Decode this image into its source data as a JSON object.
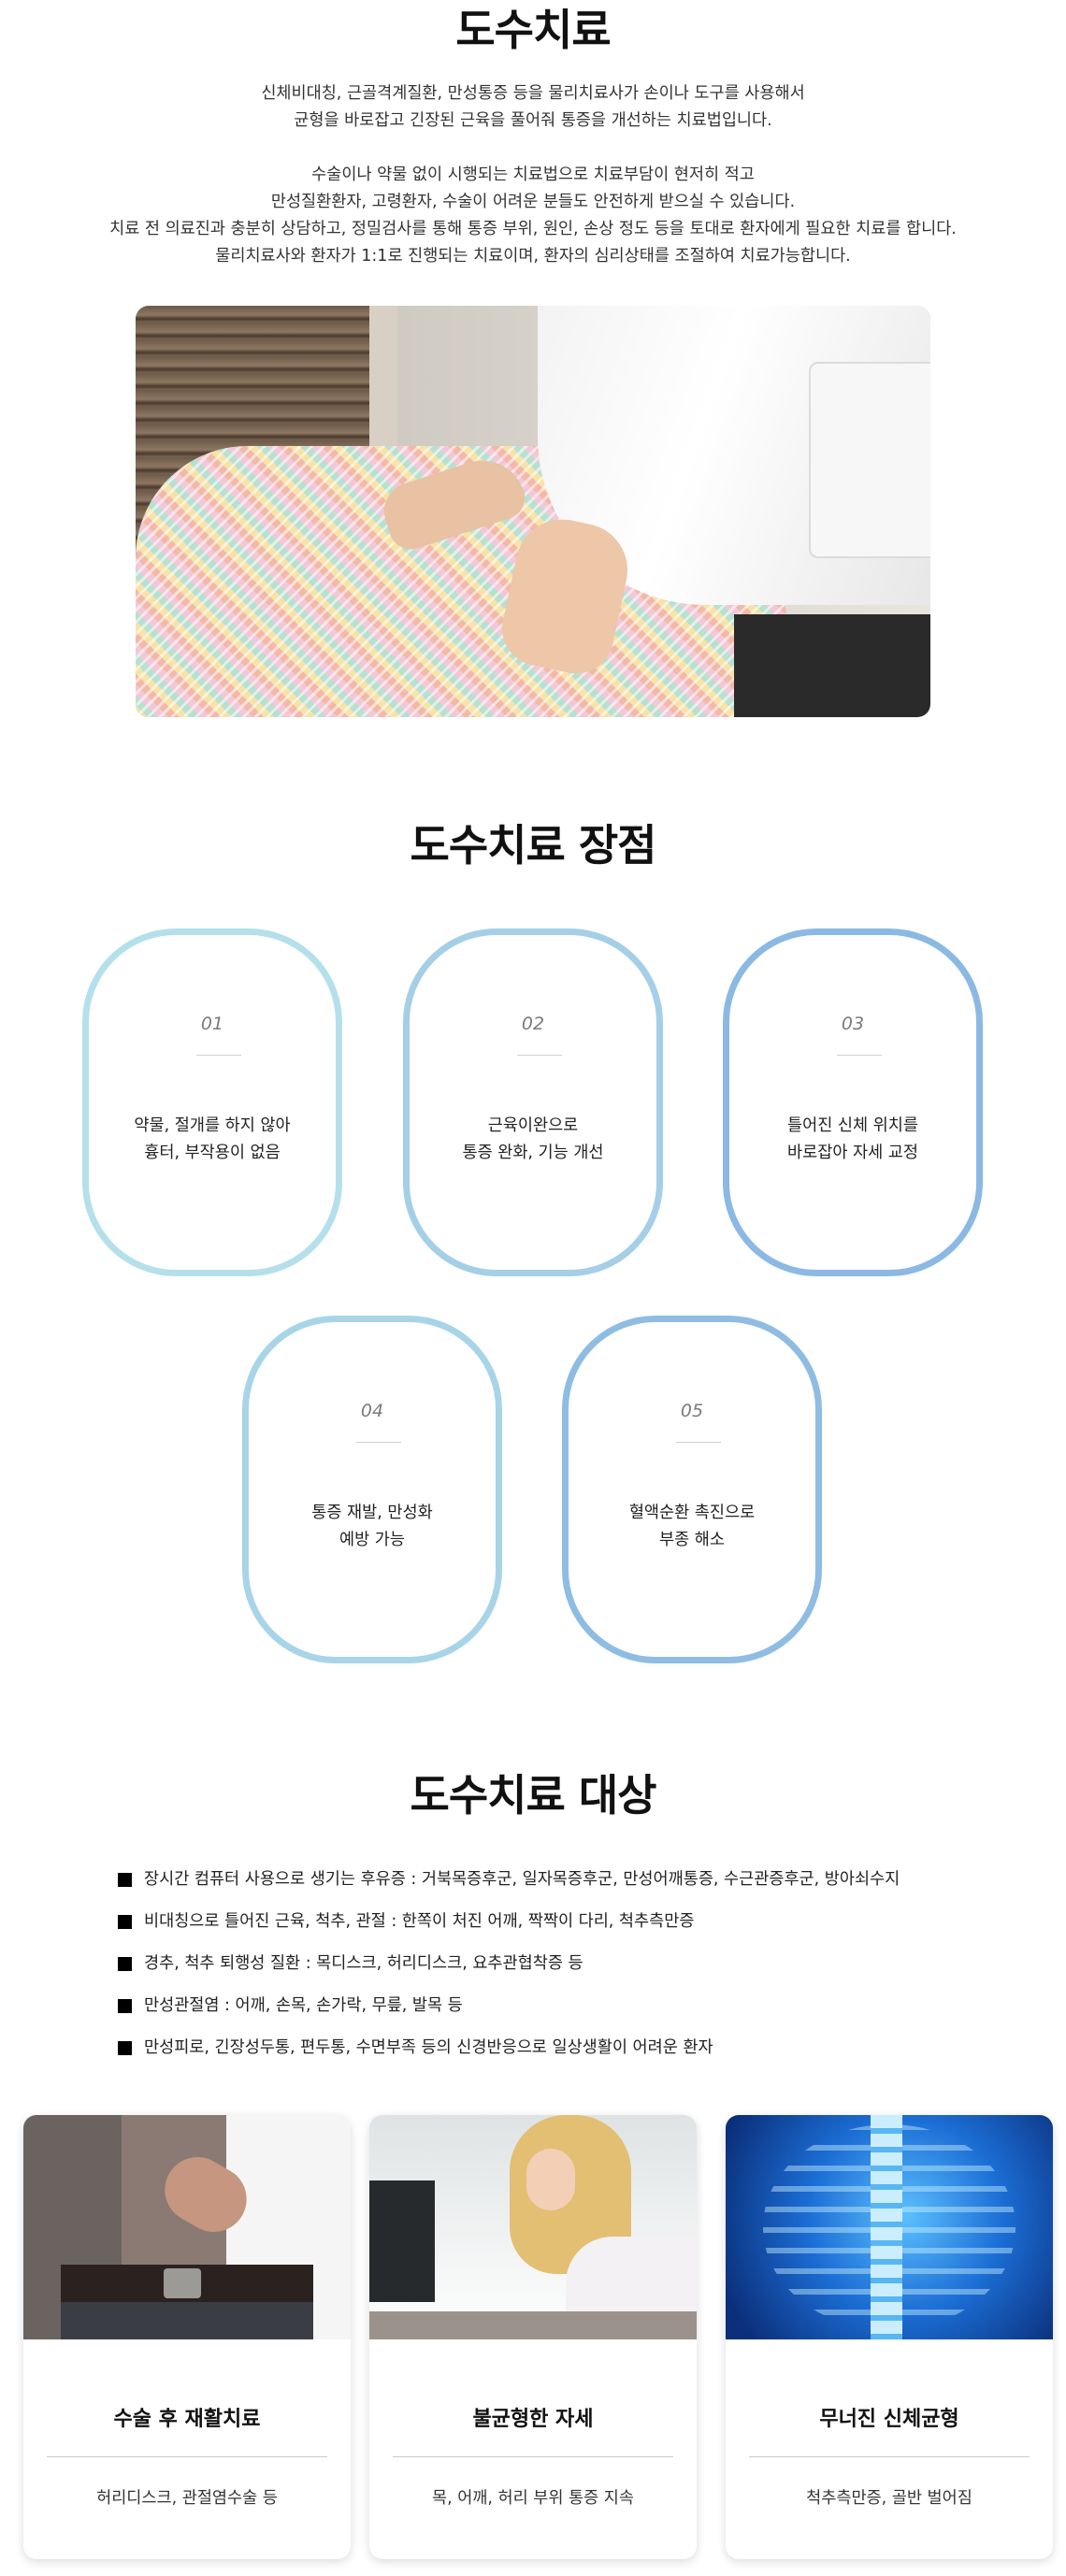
{
  "intro": {
    "title": "도수치료",
    "lines": [
      "신체비대칭, 근골격계질환, 만성통증 등을 물리치료사가 손이나 도구를 사용해서",
      "균형을 바로잡고 긴장된 근육을 풀어줘 통증을 개선하는 치료법입니다.",
      "수술이나 약물 없이 시행되는 치료법으로 치료부담이 현저히 적고",
      "만성질환환자, 고령환자, 수술이 어려운 분들도 안전하게 받으실 수 있습니다.",
      "치료 전 의료진과 충분히 상담하고, 정밀검사를 통해 통증 부위, 원인, 손상 정도 등을 토대로 환자에게 필요한 치료를 합니다.",
      "물리치료사와 환자가 1:1로 진행되는 치료이며, 환자의 심리상태를 조절하여 치료가능합니다."
    ]
  },
  "advantages": {
    "title": "도수치료 장점",
    "items": [
      {
        "num": "01",
        "line1": "약물, 절개를 하지 않아",
        "line2": "흉터, 부작용이 없음"
      },
      {
        "num": "02",
        "line1": "근육이완으로",
        "line2": "통증 완화, 기능 개선"
      },
      {
        "num": "03",
        "line1": "틀어진 신체 위치를",
        "line2": "바로잡아 자세 교정"
      },
      {
        "num": "04",
        "line1": "통증 재발, 만성화",
        "line2": "예방 가능"
      },
      {
        "num": "05",
        "line1": "혈액순환 촉진으로",
        "line2": "부종 해소"
      }
    ]
  },
  "targets": {
    "title": "도수치료 대상",
    "items": [
      "장시간 컴퓨터 사용으로 생기는 후유증 : 거북목증후군, 일자목증후군, 만성어깨통증, 수근관증후군, 방아쇠수지",
      "비대칭으로 틀어진 근육, 척추, 관절 : 한쪽이 처진 어깨, 짝짝이 다리, 척추측만증",
      "경추, 척추 퇴행성 질환 : 목디스크, 허리디스크, 요추관협착증 등",
      "만성관절염 : 어깨, 손목, 손가락, 무릎, 발목 등",
      "만성피로, 긴장성두통, 편두통, 수면부족 등의 신경반응으로 일상생활이 어려운 환자"
    ],
    "cards": [
      {
        "title": "수술 후 재활치료",
        "sub": "허리디스크, 관절염수술 등"
      },
      {
        "title": "불균형한 자세",
        "sub": "목, 어깨, 허리 부위 통증 지속"
      },
      {
        "title": "무너진 신체균형",
        "sub": "척추측만증, 골반 벌어짐"
      }
    ]
  },
  "colors": {
    "card_border_light": "#a6d9e8",
    "card_border_mid": "#9fc7e6",
    "card_border_dark": "#88b6e2"
  }
}
